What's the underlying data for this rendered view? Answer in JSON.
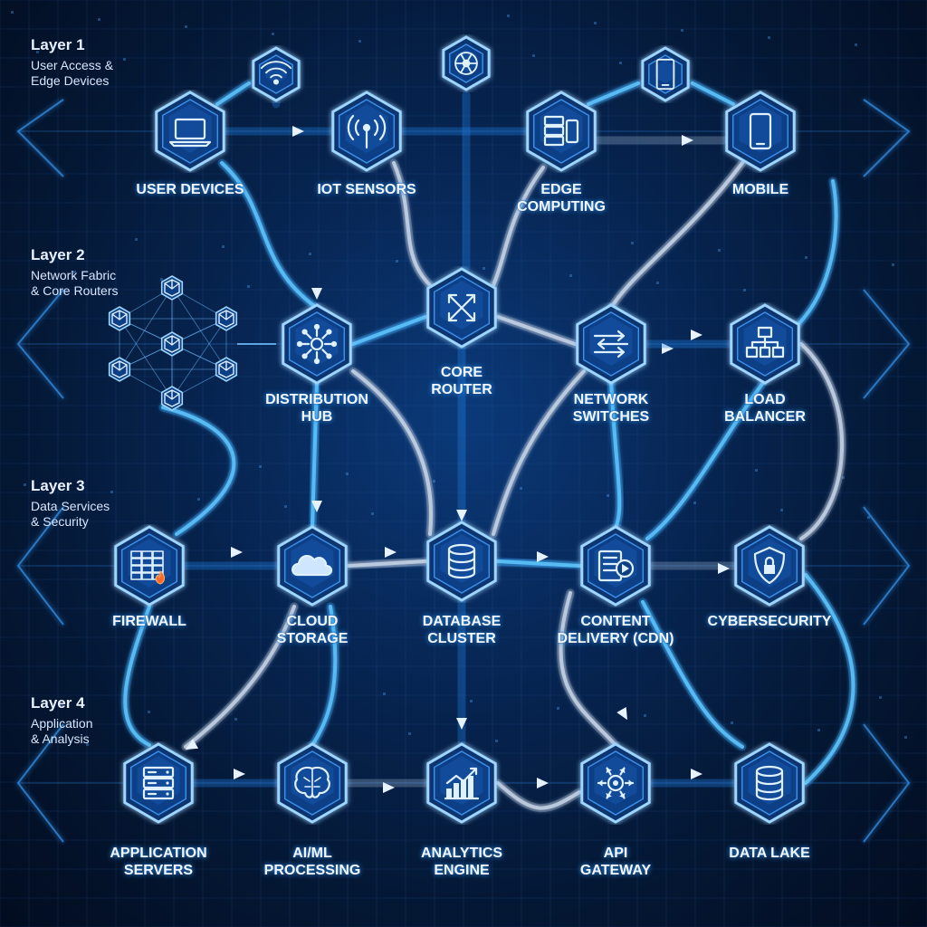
{
  "layers": [
    {
      "title": "Layer 1",
      "desc": "User Access &\nEdge Devices"
    },
    {
      "title": "Layer 2",
      "desc": "Network Fabric\n& Core Routers"
    },
    {
      "title": "Layer 3",
      "desc": "Data Services\n& Security"
    },
    {
      "title": "Layer 4",
      "desc": "Application\n& Analysis"
    }
  ],
  "nodes": [
    {
      "label": "USER DEVICES",
      "icon": "laptop-icon"
    },
    {
      "label": "IOT SENSORS",
      "icon": "antenna-icon"
    },
    {
      "label": "EDGE\nCOMPUTING",
      "icon": "server-phone-icon"
    },
    {
      "label": "MOBILE",
      "icon": "mobile-phone-icon"
    },
    {
      "label": "",
      "icon": "wifi-icon"
    },
    {
      "label": "",
      "icon": "network-hub-icon"
    },
    {
      "label": "",
      "icon": "mobile-phone-icon"
    },
    {
      "label": "DISTRIBUTION\nHUB",
      "icon": "hub-icon"
    },
    {
      "label": "CORE\nROUTER",
      "icon": "router-arrows-icon"
    },
    {
      "label": "NETWORK\nSWITCHES",
      "icon": "switch-arrows-icon"
    },
    {
      "label": "LOAD\nBALANCER",
      "icon": "hierarchy-icon"
    },
    {
      "label": "FIREWALL",
      "icon": "firewall-icon"
    },
    {
      "label": "CLOUD\nSTORAGE",
      "icon": "cloud-icon"
    },
    {
      "label": "DATABASE\nCLUSTER",
      "icon": "database-icon"
    },
    {
      "label": "CONTENT\nDELIVERY (CDN)",
      "icon": "cdn-play-icon"
    },
    {
      "label": "CYBERSECURITY",
      "icon": "shield-lock-icon"
    },
    {
      "label": "APPLICATION\nSERVERS",
      "icon": "server-stack-icon"
    },
    {
      "label": "AI/ML\nPROCESSING",
      "icon": "brain-icon"
    },
    {
      "label": "ANALYTICS\nENGINE",
      "icon": "chart-icon"
    },
    {
      "label": "API\nGATEWAY",
      "icon": "gear-network-icon"
    },
    {
      "label": "DATA LAKE",
      "icon": "database-icon"
    }
  ],
  "cluster_icons": [
    "cube-icon",
    "cube-icon",
    "cube-icon",
    "cube-icon",
    "cube-icon",
    "cube-icon",
    "cube-icon"
  ],
  "colors": {
    "accent": "#3aa0ff",
    "glow": "#5ec8ff",
    "pipe": "#c9d6e8",
    "node_fill": "#0d3f86",
    "node_edge": "#7cc4ff"
  }
}
